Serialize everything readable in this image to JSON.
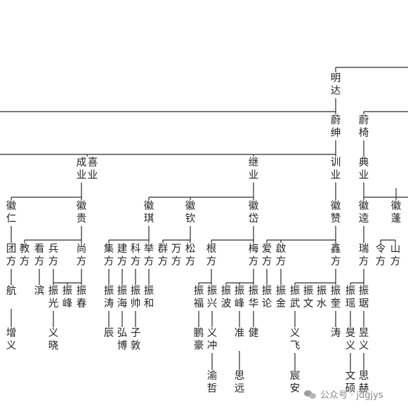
{
  "tree": {
    "nodes": [
      {
        "id": "mingda",
        "cols": [
          "明达"
        ]
      },
      {
        "id": "weishen",
        "cols": [
          "蔚绅"
        ]
      },
      {
        "id": "weiqi",
        "cols": [
          "蔚椅"
        ]
      },
      {
        "id": "xiye",
        "cols": [
          "喜业",
          "成业"
        ]
      },
      {
        "id": "jiye",
        "cols": [
          "继业"
        ]
      },
      {
        "id": "xunye",
        "cols": [
          "训业"
        ]
      },
      {
        "id": "dianye",
        "cols": [
          "典业"
        ]
      },
      {
        "id": "huiren",
        "cols": [
          "徽仁"
        ]
      },
      {
        "id": "huigui",
        "cols": [
          "徽贵"
        ]
      },
      {
        "id": "huiqi",
        "cols": [
          "徽琪"
        ]
      },
      {
        "id": "huiqin",
        "cols": [
          "徽钦"
        ]
      },
      {
        "id": "huidai",
        "cols": [
          "徽岱"
        ]
      },
      {
        "id": "huizan",
        "cols": [
          "徽赞"
        ]
      },
      {
        "id": "huida",
        "cols": [
          "徽逵"
        ]
      },
      {
        "id": "huipeng",
        "cols": [
          "徽蓬"
        ]
      },
      {
        "id": "tuanfang",
        "cols": [
          "团方"
        ]
      },
      {
        "id": "jiaofang",
        "cols": [
          "教方"
        ]
      },
      {
        "id": "kanfang",
        "cols": [
          "看方"
        ]
      },
      {
        "id": "bingfang",
        "cols": [
          "兵方"
        ]
      },
      {
        "id": "shangfang",
        "cols": [
          "尚方"
        ]
      },
      {
        "id": "jifang",
        "cols": [
          "集方"
        ]
      },
      {
        "id": "jianfang",
        "cols": [
          "建方"
        ]
      },
      {
        "id": "kefang",
        "cols": [
          "科方"
        ]
      },
      {
        "id": "jufang",
        "cols": [
          "举方"
        ]
      },
      {
        "id": "qunfang",
        "cols": [
          "群方"
        ]
      },
      {
        "id": "wanfang",
        "cols": [
          "万方"
        ]
      },
      {
        "id": "songfang",
        "cols": [
          "松方"
        ]
      },
      {
        "id": "genfang",
        "cols": [
          "根方"
        ]
      },
      {
        "id": "meifang",
        "cols": [
          "梅方"
        ]
      },
      {
        "id": "aifang",
        "cols": [
          "爱方"
        ]
      },
      {
        "id": "qifang",
        "cols": [
          "啟方"
        ]
      },
      {
        "id": "xinfang",
        "cols": [
          "鑫方"
        ]
      },
      {
        "id": "ruifang",
        "cols": [
          "瑞方"
        ]
      },
      {
        "id": "lingfang",
        "cols": [
          "令方"
        ]
      },
      {
        "id": "shanfang",
        "cols": [
          "山方"
        ]
      },
      {
        "id": "hang",
        "cols": [
          "航"
        ]
      },
      {
        "id": "bin",
        "cols": [
          "滨"
        ]
      },
      {
        "id": "zhenguang",
        "cols": [
          "振光"
        ]
      },
      {
        "id": "zhenfeng1",
        "cols": [
          "振峰"
        ]
      },
      {
        "id": "zhenchun",
        "cols": [
          "振春"
        ]
      },
      {
        "id": "zhentao",
        "cols": [
          "振涛"
        ]
      },
      {
        "id": "zhenhai",
        "cols": [
          "振海"
        ]
      },
      {
        "id": "zhenshuai",
        "cols": [
          "振帅"
        ]
      },
      {
        "id": "zhenhe",
        "cols": [
          "振和"
        ]
      },
      {
        "id": "zhenfu",
        "cols": [
          "振福"
        ]
      },
      {
        "id": "zhenxing",
        "cols": [
          "振兴"
        ]
      },
      {
        "id": "zhenbo",
        "cols": [
          "振波"
        ]
      },
      {
        "id": "zhenfeng2",
        "cols": [
          "振峰"
        ]
      },
      {
        "id": "zhenhua",
        "cols": [
          "振华"
        ]
      },
      {
        "id": "zhenlun",
        "cols": [
          "振论"
        ]
      },
      {
        "id": "zhenjin",
        "cols": [
          "振金"
        ]
      },
      {
        "id": "zhenwu",
        "cols": [
          "振武"
        ]
      },
      {
        "id": "zhenwen",
        "cols": [
          "振文"
        ]
      },
      {
        "id": "zhenshui",
        "cols": [
          "振水"
        ]
      },
      {
        "id": "zhenkui",
        "cols": [
          "振奎"
        ]
      },
      {
        "id": "zhenyao",
        "cols": [
          "振瑶"
        ]
      },
      {
        "id": "zhenju",
        "cols": [
          "振琚"
        ]
      },
      {
        "id": "zengyi",
        "cols": [
          "增义"
        ]
      },
      {
        "id": "yixiao",
        "cols": [
          "义晓"
        ]
      },
      {
        "id": "chen",
        "cols": [
          "辰"
        ]
      },
      {
        "id": "hongbo",
        "cols": [
          "弘博"
        ]
      },
      {
        "id": "zidun",
        "cols": [
          "子敦"
        ]
      },
      {
        "id": "penghao",
        "cols": [
          "鹏豪"
        ]
      },
      {
        "id": "yichong",
        "cols": [
          "义冲"
        ]
      },
      {
        "id": "zhun",
        "cols": [
          "准"
        ]
      },
      {
        "id": "jian",
        "cols": [
          "健"
        ]
      },
      {
        "id": "yifei",
        "cols": [
          "义飞"
        ]
      },
      {
        "id": "tao",
        "cols": [
          "涛"
        ]
      },
      {
        "id": "minyi",
        "cols": [
          "旻义"
        ]
      },
      {
        "id": "yuyi",
        "cols": [
          "昱义"
        ]
      },
      {
        "id": "yuzhe",
        "cols": [
          "渝哲"
        ]
      },
      {
        "id": "siyuan",
        "cols": [
          "思远"
        ]
      },
      {
        "id": "chenan",
        "cols": [
          "宸安"
        ]
      },
      {
        "id": "wenshuo",
        "cols": [
          "文硕"
        ]
      },
      {
        "id": "sihe",
        "cols": [
          "思赫"
        ]
      }
    ]
  },
  "watermark": {
    "text": "公众号 · jdgjys",
    "icon": "wechat-icon",
    "color": "#8a8a8a"
  },
  "line_color": "#2a2a2a"
}
